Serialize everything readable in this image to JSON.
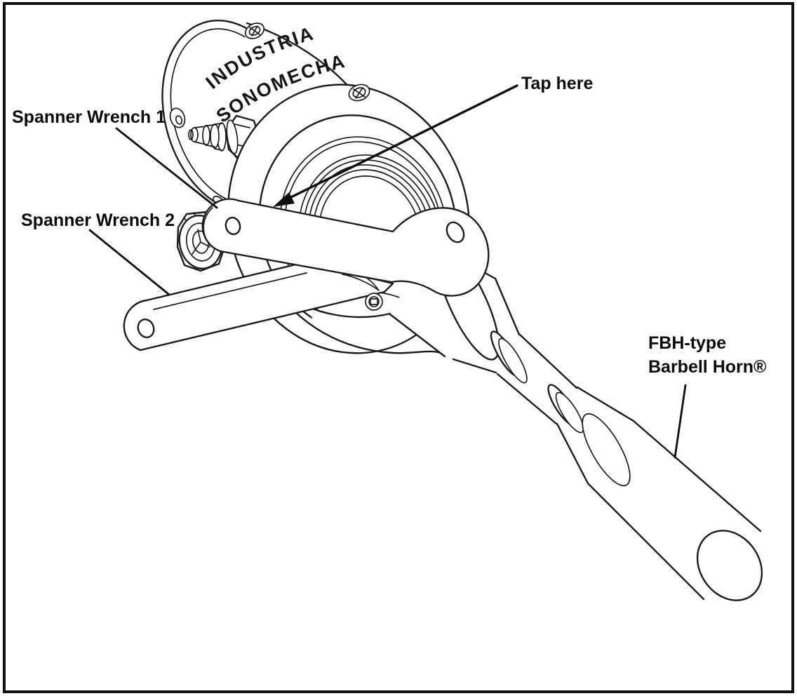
{
  "figure": {
    "type": "technical-line-drawing",
    "background": "#ffffff",
    "line_color": "#1c1c1c",
    "border_color": "#111111",
    "text_color": "#0b0b0b"
  },
  "device_markings": {
    "brand_line1": "INDUSTRIA",
    "brand_line2": "SONOMECHA"
  },
  "labels": {
    "spanner_wrench_1": "Spanner Wrench 1",
    "spanner_wrench_2": "Spanner Wrench 2",
    "tap_here": "Tap here",
    "horn_line1": "FBH-type",
    "horn_line2": "Barbell Horn®"
  }
}
